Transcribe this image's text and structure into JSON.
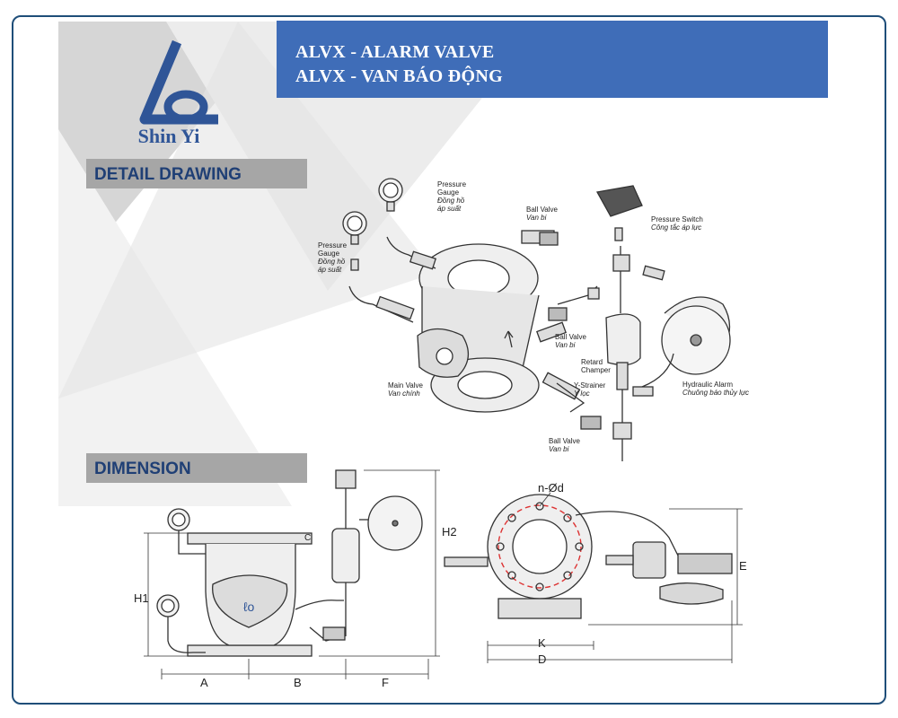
{
  "header": {
    "logo_name": "Shin Yi",
    "title_en": "ALVX - ALARM VALVE",
    "title_vi": "ALVX - VAN BÁO ĐỘNG"
  },
  "sections": {
    "detail": "DETAIL DRAWING",
    "dimension": "DIMENSION"
  },
  "parts": [
    {
      "en1": "Pressure",
      "en2": "Gauge",
      "vi1": "Đồng hồ",
      "vi2": "áp suất"
    },
    {
      "en1": "Pressure",
      "en2": "Gauge",
      "vi1": "Đồng hồ",
      "vi2": "áp suất"
    },
    {
      "en1": "Ball Valve",
      "en2": "",
      "vi1": "Van bi",
      "vi2": ""
    },
    {
      "en1": "Pressure Switch",
      "en2": "",
      "vi1": "Công tắc áp lực",
      "vi2": ""
    },
    {
      "en1": "Ball Valve",
      "en2": "",
      "vi1": "Van bi",
      "vi2": ""
    },
    {
      "en1": "Retard",
      "en2": "Champer",
      "vi1": "",
      "vi2": ""
    },
    {
      "en1": "Hydraulic Alarm",
      "en2": "",
      "vi1": "Chuông báo thủy lực",
      "vi2": ""
    },
    {
      "en1": "Main Valve",
      "en2": "",
      "vi1": "Van chính",
      "vi2": ""
    },
    {
      "en1": "Y-Strainer",
      "en2": "",
      "vi1": "Y lọc",
      "vi2": ""
    },
    {
      "en1": "Ball Valve",
      "en2": "",
      "vi1": "Van bi",
      "vi2": ""
    }
  ],
  "dimensions": {
    "A": "A",
    "B": "B",
    "F": "F",
    "H1": "H1",
    "H2": "H2",
    "C": "C",
    "E": "E",
    "K": "K",
    "D": "D",
    "bolts": "n-Ød"
  }
}
